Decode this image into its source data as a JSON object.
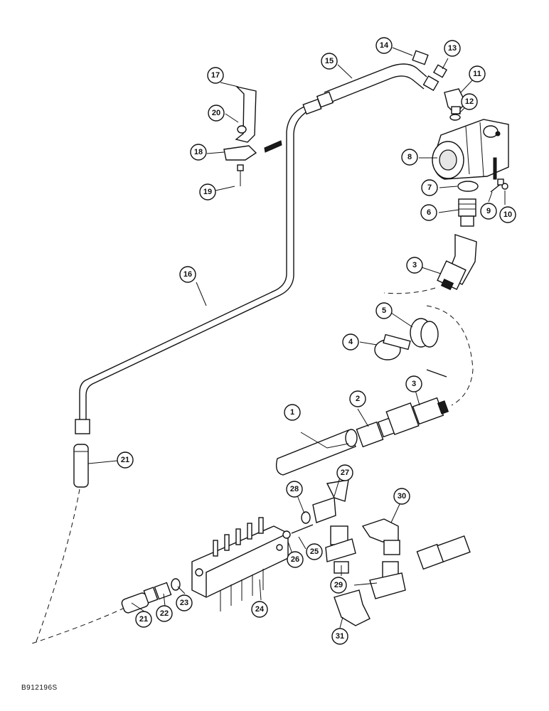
{
  "diagram": {
    "reference_code": "B912196S",
    "callouts": [
      {
        "id": "c1",
        "label": "1"
      },
      {
        "id": "c2",
        "label": "2"
      },
      {
        "id": "c3a",
        "label": "3"
      },
      {
        "id": "c3b",
        "label": "3"
      },
      {
        "id": "c4",
        "label": "4"
      },
      {
        "id": "c5",
        "label": "5"
      },
      {
        "id": "c6",
        "label": "6"
      },
      {
        "id": "c7",
        "label": "7"
      },
      {
        "id": "c8",
        "label": "8"
      },
      {
        "id": "c9",
        "label": "9"
      },
      {
        "id": "c10",
        "label": "10"
      },
      {
        "id": "c11",
        "label": "11"
      },
      {
        "id": "c12",
        "label": "12"
      },
      {
        "id": "c13",
        "label": "13"
      },
      {
        "id": "c14",
        "label": "14"
      },
      {
        "id": "c15",
        "label": "15"
      },
      {
        "id": "c16",
        "label": "16"
      },
      {
        "id": "c17",
        "label": "17"
      },
      {
        "id": "c18",
        "label": "18"
      },
      {
        "id": "c19",
        "label": "19"
      },
      {
        "id": "c20",
        "label": "20"
      },
      {
        "id": "c21a",
        "label": "21"
      },
      {
        "id": "c21b",
        "label": "21"
      },
      {
        "id": "c22",
        "label": "22"
      },
      {
        "id": "c23",
        "label": "23"
      },
      {
        "id": "c24",
        "label": "24"
      },
      {
        "id": "c25",
        "label": "25"
      },
      {
        "id": "c26",
        "label": "26"
      },
      {
        "id": "c27",
        "label": "27"
      },
      {
        "id": "c28",
        "label": "28"
      },
      {
        "id": "c29",
        "label": "29"
      },
      {
        "id": "c30",
        "label": "30"
      },
      {
        "id": "c31",
        "label": "31"
      }
    ]
  }
}
